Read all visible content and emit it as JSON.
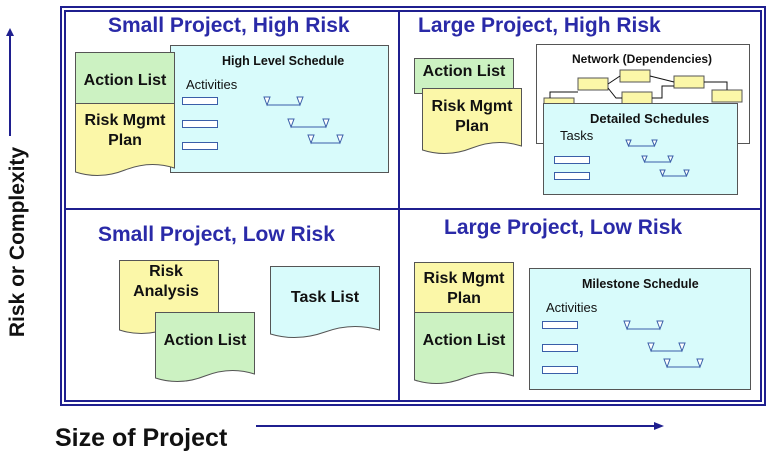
{
  "quadrants": {
    "small_high": {
      "title": "Small Project, High Risk",
      "action_list": "Action List",
      "risk_mgmt": "Risk Mgmt Plan",
      "schedule_title": "High Level Schedule",
      "schedule_label": "Activities"
    },
    "large_high": {
      "title": "Large Project, High Risk",
      "action_list": "Action List",
      "risk_mgmt": "Risk Mgmt Plan",
      "network_title": "Network (Dependencies)",
      "detailed_title": "Detailed Schedules",
      "tasks_label": "Tasks"
    },
    "small_low": {
      "title": "Small Project, Low Risk",
      "risk_analysis": "Risk Analysis",
      "action_list": "Action List",
      "task_list": "Task List"
    },
    "large_low": {
      "title": "Large Project, Low Risk",
      "risk_mgmt": "Risk Mgmt Plan",
      "action_list": "Action List",
      "milestone_title": "Milestone Schedule",
      "milestone_label": "Activities"
    }
  },
  "axes": {
    "y_label": "Risk or Complexity",
    "x_label": "Size of Project"
  },
  "colors": {
    "frame": "#1f1f8f",
    "title_blue": "#2a2aa8",
    "doc_green": "#ccf2c2",
    "doc_yellow": "#fbf7a8",
    "doc_cyan": "#d8fbfb"
  }
}
